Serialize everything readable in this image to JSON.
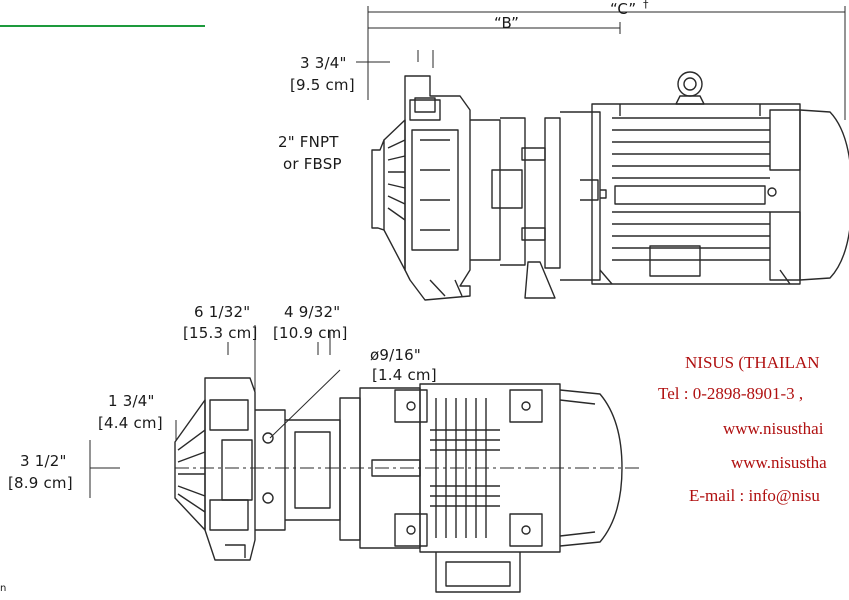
{
  "accent_color": "#1d9a3c",
  "contact_color": "#b01010",
  "top_view": {
    "dim_b": "“B”",
    "dim_c": "“C”",
    "dim_c_mark": "†",
    "inlet_height": "3 3/4\"",
    "inlet_height_cm": "[9.5 cm]",
    "port_spec_1": "2\" FNPT",
    "port_spec_2": "or FBSP"
  },
  "side_view": {
    "dim_1": "6 1/32\"",
    "dim_1_cm": "[15.3 cm]",
    "dim_2": "4 9/32\"",
    "dim_2_cm": "[10.9 cm]",
    "hole": "ø9/16\"",
    "hole_cm": "[1.4 cm]",
    "dim_3": "1 3/4\"",
    "dim_3_cm": "[4.4 cm]",
    "dim_4": "3 1/2\"",
    "dim_4_cm": "[8.9 cm]"
  },
  "footer_mark": "n",
  "contact": {
    "company": "NISUS (THAILAN",
    "tel": "Tel : 0-2898-8901-3 ,",
    "web1": "www.nisusthai",
    "web2": "www.nisustha",
    "email": "E-mail : info@nisu"
  }
}
